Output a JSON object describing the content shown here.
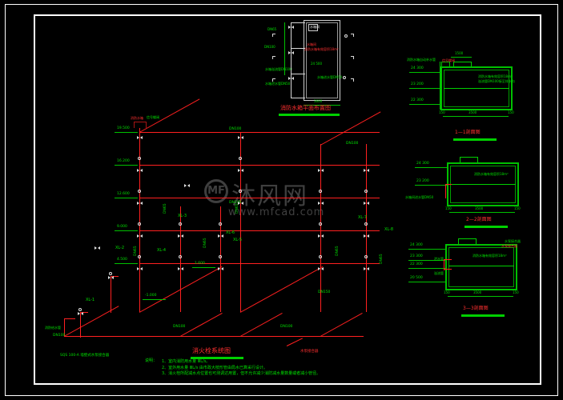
{
  "drawing": {
    "sheet_type": "CAD fire-protection drawing",
    "watermark": {
      "logo": "MF",
      "name": "沐风网",
      "url": "www.mfcad.com"
    }
  },
  "titles": {
    "system_diagram": "消火栓系统图",
    "tank_plan": "消防水箱平面布置图",
    "section_1": "1—1剖面图",
    "section_2": "2—2剖面图",
    "section_3": "3—3剖面图"
  },
  "notes": {
    "header": "说明：",
    "items": [
      "1、室内消防用水量 ⅢL/s。",
      "2、室外用水量 ⅢL/s 由市政大枝形管由局水已算采行设计。",
      "3、消火栓所配减水点位置也可测调达用置，但不允许减少消防减水量数量或者减小管径。"
    ]
  },
  "riser_diagram": {
    "label": "消火栓系统图",
    "elevations": [
      {
        "value": "19.500",
        "unit": ""
      },
      {
        "value": "16.200",
        "unit": ""
      },
      {
        "value": "12.600",
        "unit": ""
      },
      {
        "value": "9.000",
        "unit": ""
      },
      {
        "value": "4.500",
        "unit": ""
      },
      {
        "value": "1.600",
        "unit": ""
      },
      {
        "value": "-1.000",
        "unit": ""
      }
    ],
    "risers": [
      {
        "tag": "XL-1"
      },
      {
        "tag": "XL-2"
      },
      {
        "tag": "XL-3"
      },
      {
        "tag": "XL-4"
      },
      {
        "tag": "XL-5"
      },
      {
        "tag": "XL-6"
      },
      {
        "tag": "XL-7"
      },
      {
        "tag": "XL-8"
      }
    ],
    "pipe_sizes": [
      "DN100",
      "DN65",
      "DN150"
    ],
    "annotations": {
      "tank_note": "消防水箱",
      "check_valve": "信号蝶阀",
      "pump_connector": "SQS 100-A 墙壁式水泵接合器",
      "roof_note": "水泵接合器",
      "supply": "消防给水管"
    }
  },
  "tank_plan": {
    "title": "消防水箱平面布置图",
    "room_label": "水箱间",
    "dims": {
      "width": "3600",
      "height": "1500",
      "depth": "2400"
    },
    "pipe_labels": [
      "DN100",
      "DN65",
      "24 500"
    ],
    "notes": [
      "消防水箱有效容积18m³",
      "水箱进水管DN50",
      "水箱溢流管DN100",
      "水箱泄水管DN50"
    ]
  },
  "sections": [
    {
      "title": "1—1剖面图",
      "elevations": [
        "24 300",
        "23 200",
        "22 300"
      ],
      "dims": [
        "1500",
        "3500",
        "150"
      ],
      "labels": [
        "消防水箱自动补水管",
        "消防水箱有效容积18m³",
        "溢流管DN100接至排水沟"
      ]
    },
    {
      "title": "2—2剖面图",
      "elevations": [
        "24 300",
        "23 200"
      ],
      "dims": [
        "3500",
        "150"
      ],
      "labels": [
        "消防水箱有效容积18m³",
        "水箱间进水管DN50"
      ]
    },
    {
      "title": "3—3剖面图",
      "elevations": [
        "24 300",
        "23 300",
        "22 300",
        "20 500"
      ],
      "dims": [
        "3500",
        "150"
      ],
      "labels": [
        "消防水箱有效容积18m³",
        "泄水管",
        "溢流管",
        "水泵接合器"
      ]
    }
  ]
}
